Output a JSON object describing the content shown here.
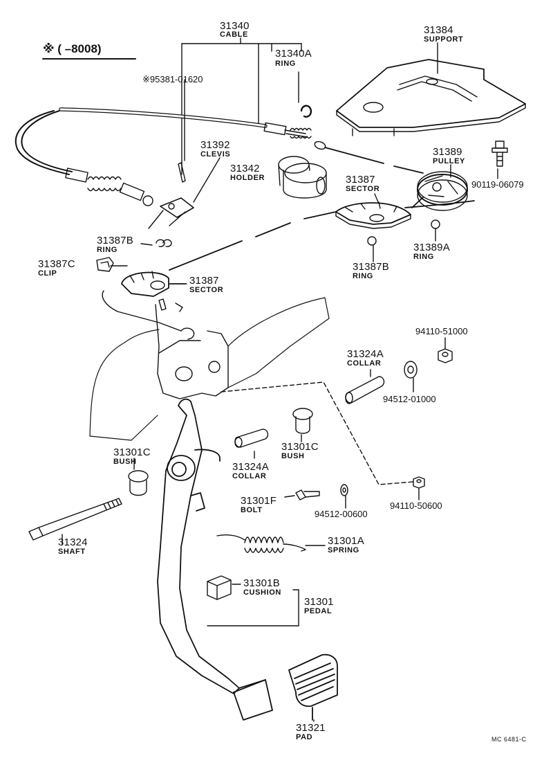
{
  "header_note": "※ (     –8008)",
  "figure_code": "MC 6481-C",
  "parts": {
    "cable": {
      "number": "31340",
      "name": "CABLE"
    },
    "ring_31340a": {
      "number": "31340A",
      "name": "RING"
    },
    "support": {
      "number": "31384",
      "name": "SUPPORT"
    },
    "clip_note": {
      "number": "※95381-01620"
    },
    "clevis": {
      "number": "31392",
      "name": "CLEVIS"
    },
    "holder": {
      "number": "31342",
      "name": "HOLDER"
    },
    "pulley": {
      "number": "31389",
      "name": "PULLEY"
    },
    "bolt_90119": {
      "number": "90119-06079"
    },
    "sector_upper": {
      "number": "31387",
      "name": "SECTOR"
    },
    "ring_31387b_left": {
      "number": "31387B",
      "name": "RING"
    },
    "ring_31387b_right": {
      "number": "31387B",
      "name": "RING"
    },
    "ring_31389a": {
      "number": "31389A",
      "name": "RING"
    },
    "clip_31387c": {
      "number": "31387C",
      "name": "CLIP"
    },
    "sector_lower": {
      "number": "31387",
      "name": "SECTOR"
    },
    "nut_94110_51000": {
      "number": "94110-51000"
    },
    "collar_right": {
      "number": "31324A",
      "name": "COLLAR"
    },
    "washer_94512_01000": {
      "number": "94512-01000"
    },
    "bush_right": {
      "number": "31301C",
      "name": "BUSH"
    },
    "bush_left": {
      "number": "31301C",
      "name": "BUSH"
    },
    "collar_center": {
      "number": "31324A",
      "name": "COLLAR"
    },
    "bolt_31301f": {
      "number": "31301F",
      "name": "BOLT"
    },
    "washer_94512_00600": {
      "number": "94512-00600"
    },
    "nut_94110_50600": {
      "number": "94110-50600"
    },
    "shaft": {
      "number": "31324",
      "name": "SHAFT"
    },
    "spring": {
      "number": "31301A",
      "name": "SPRING"
    },
    "cushion": {
      "number": "31301B",
      "name": "CUSHION"
    },
    "pedal": {
      "number": "31301",
      "name": "PEDAL"
    },
    "pad": {
      "number": "31321",
      "name": "PAD"
    }
  }
}
